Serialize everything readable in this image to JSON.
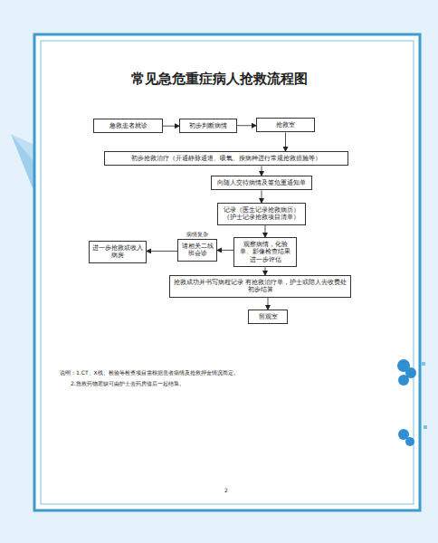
{
  "diagram": {
    "title": "常见急危重症病人抢救流程图",
    "nodes": [
      {
        "text": [
          "急救患者就诊"
        ]
      },
      {
        "text": [
          "初步判断病情"
        ]
      },
      {
        "text": [
          "抢救室"
        ]
      },
      {
        "text": [
          "初步抢救治疗（开通静脉通道、吸氧、按病种进行常规抢救措施等）"
        ]
      },
      {
        "text": [
          "向随人交待病情及签危重通知单"
        ]
      },
      {
        "text": [
          "记录（医生记录抢救病历） （护士记录抢救项目清单）"
        ]
      },
      {
        "text": [
          "观察病情，化验单、影像检查结果进一步评估"
        ]
      },
      {
        "text": [
          "请相关二线班会诊"
        ]
      },
      {
        "text": [
          "进一步抢救或收入病房"
        ]
      },
      {
        "text": [
          "抢救成功并书写病程记录 有抢救治疗单，护士或陪人去收费处初步结算"
        ]
      },
      {
        "text": [
          "留观室"
        ]
      }
    ],
    "edges": [
      {
        "from": 0,
        "to": 1,
        "arrow": "to"
      },
      {
        "from": 1,
        "to": 2,
        "arrow": "to"
      },
      {
        "from": 2,
        "to": 3,
        "arrow": "to"
      },
      {
        "from": 3,
        "to": 4,
        "arrow": "to"
      },
      {
        "from": 4,
        "to": 5,
        "arrow": "to"
      },
      {
        "from": 5,
        "to": 6,
        "arrow": "to"
      },
      {
        "from": 6,
        "to": 7,
        "label": "病情复杂",
        "arrow": "to"
      },
      {
        "from": 7,
        "to": 8,
        "arrow": "to"
      },
      {
        "from": 6,
        "to": 9,
        "arrow": "to"
      },
      {
        "from": 9,
        "to": 10,
        "arrow": "to"
      }
    ],
    "labels": [
      "说明：1.CT、X线、检验等检查项目需根据患者病情及抢救押金情况而定。",
      "2.急救药物若缺可由护士去药房借后一起结算。",
      "2"
    ]
  }
}
